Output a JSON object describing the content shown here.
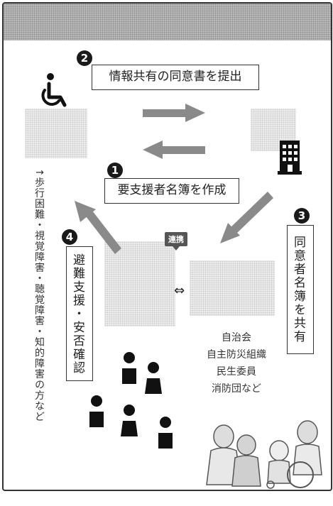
{
  "labels": {
    "step2": "情報共有の同意書を提出",
    "step1": "要支援者名簿を作成",
    "step3": "同意者名簿を共有",
    "step4": "避難支援・安否確認",
    "side_note": "↑歩行困難・視覚障害・聴覚障害・知的障害の方など",
    "cooperation_tag": "連携",
    "bidirectional": "⇔"
  },
  "badges": {
    "one": "1",
    "two": "2",
    "three": "3",
    "four": "4"
  },
  "organizations": [
    "自治会",
    "自主防災組織",
    "民生委員",
    "消防団など"
  ],
  "icons": {
    "wheelchair": "wheelchair-icon",
    "building": "city-hall-building-icon",
    "people": "people-group-icon",
    "volunteers": "evacuation-helpers-illustration"
  },
  "colors": {
    "arrow": "#8a8a8a",
    "title_band": "#b9b9b9",
    "badge": "#1a1a1a"
  }
}
